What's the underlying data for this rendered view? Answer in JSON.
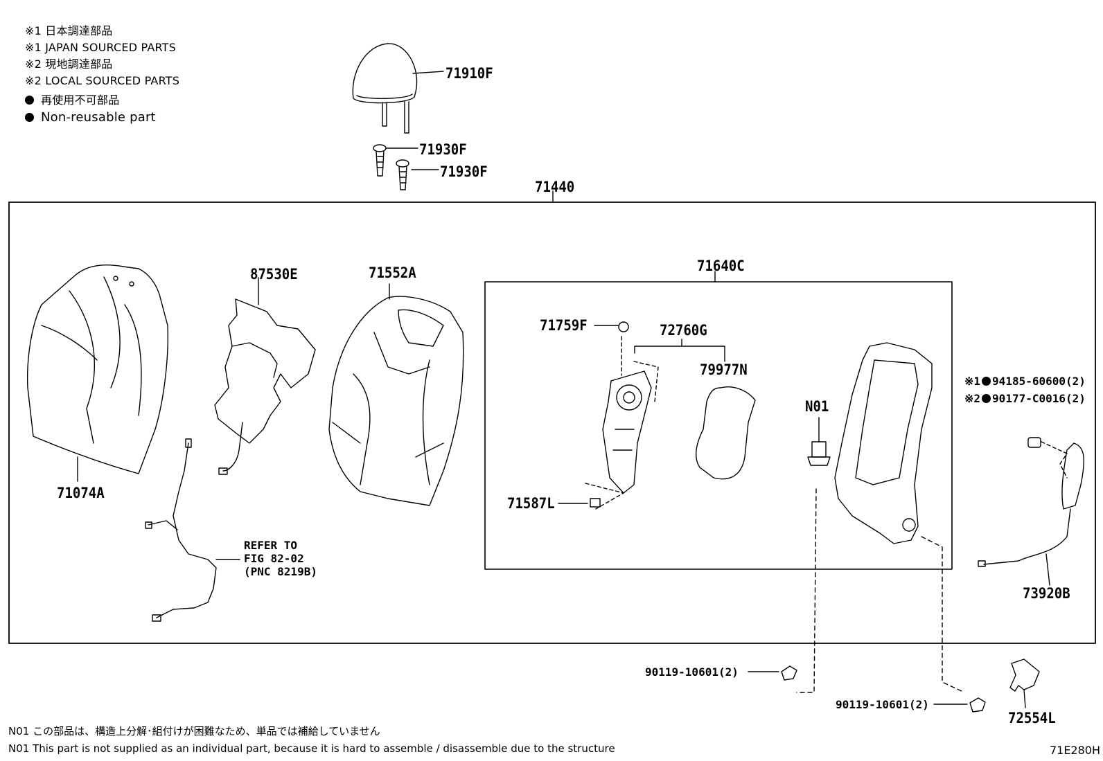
{
  "legend": {
    "line1": "※1 日本調達部品",
    "line2": "※1 JAPAN SOURCED PARTS",
    "line3": "※2 現地調達部品",
    "line4": "※2 LOCAL SOURCED PARTS",
    "line5": "再使用不可部品",
    "line6": "Non-reusable part"
  },
  "parts": {
    "headrest": "71910F",
    "support_a": "71930F",
    "support_b": "71930F",
    "assembly": "71440",
    "cover": "71074A",
    "heater": "87530E",
    "pad": "71552A",
    "frame_sub": "71640C",
    "nut_a": "71759F",
    "lumbar": "72760G",
    "pad_small": "79977N",
    "n01": "N01",
    "clip": "71587L",
    "bolt_a": "94185-60600(2)",
    "bolt_b": "90177-C0016(2)",
    "mark1": "※1",
    "mark2": "※2",
    "cable": "73920B",
    "bolt_c": "90119-10601(2)",
    "bolt_d": "90119-10601(2)",
    "lock": "72554L"
  },
  "refer": {
    "line1": "REFER TO",
    "line2": "FIG 82-02",
    "line3": "(PNC 8219B)"
  },
  "notes": {
    "jp": "N01 この部品は、構造上分解･組付けが困難なため、単品では補給していません",
    "en": "N01 This part is not supplied as an individual part, because it is hard to assemble / disassemble due to the structure"
  },
  "figure_code": "71E280H"
}
